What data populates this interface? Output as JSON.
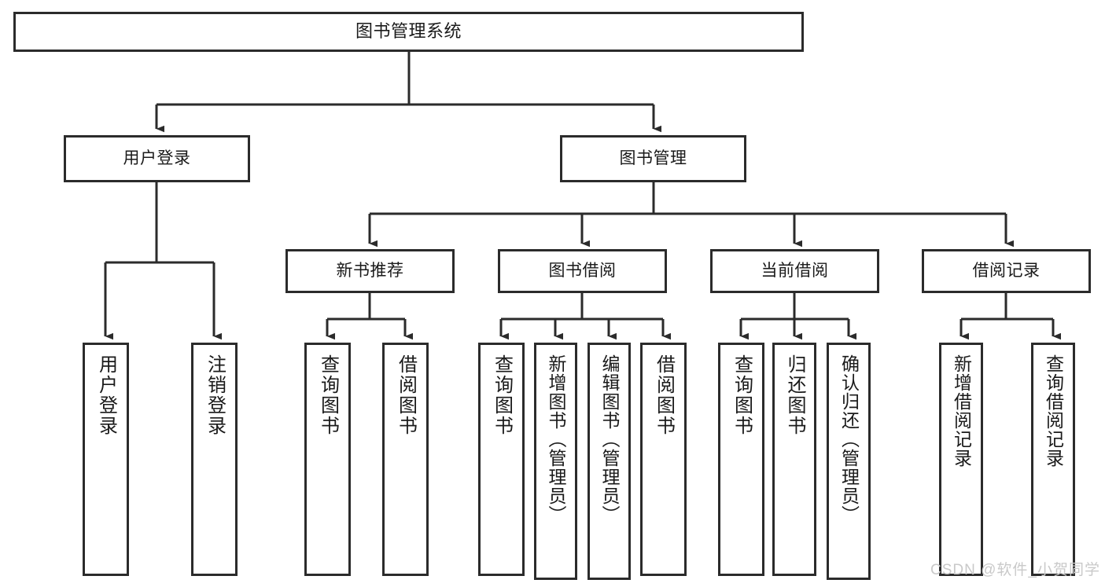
{
  "diagram": {
    "title": "图书管理系统",
    "type": "tree-functional-structure",
    "watermark": "CSDN @软件_小贺同学",
    "colors": {
      "stroke": "#2b2b2b",
      "fill": "#ffffff",
      "text": "#1a1a1a",
      "watermark": "#c9c9c9",
      "background": "#ffffff"
    },
    "levels": {
      "root": "图书管理系统",
      "level2": [
        "用户登录",
        "图书管理"
      ],
      "level3": [
        "新书推荐",
        "图书借阅",
        "当前借阅",
        "借阅记录"
      ]
    },
    "nodes": {
      "root": {
        "label": "图书管理系统"
      },
      "user_login": {
        "label": "用户登录"
      },
      "book_manage": {
        "label": "图书管理"
      },
      "new_book_rec": {
        "label": "新书推荐"
      },
      "book_borrow": {
        "label": "图书借阅"
      },
      "current_borrow": {
        "label": "当前借阅"
      },
      "borrow_record": {
        "label": "借阅记录"
      },
      "leaf_user_login": {
        "label": "用户登录"
      },
      "leaf_user_logout": {
        "label": "注销登录"
      },
      "leaf_rec_query": {
        "label": "查询图书"
      },
      "leaf_rec_borrow": {
        "label": "借阅图书"
      },
      "leaf_bb_query": {
        "label": "查询图书"
      },
      "leaf_bb_add": {
        "label": "新增图书（管理员）"
      },
      "leaf_bb_edit": {
        "label": "编辑图书（管理员）"
      },
      "leaf_bb_borrow": {
        "label": "借阅图书"
      },
      "leaf_cb_query": {
        "label": "查询图书"
      },
      "leaf_cb_return": {
        "label": "归还图书"
      },
      "leaf_cb_confirm": {
        "label": "确认归还（管理员）"
      },
      "leaf_br_add": {
        "label": "新增借阅记录"
      },
      "leaf_br_query": {
        "label": "查询借阅记录"
      }
    },
    "edges": [
      {
        "from": "root",
        "to": "user_login"
      },
      {
        "from": "root",
        "to": "book_manage"
      },
      {
        "from": "user_login",
        "to": "leaf_user_login"
      },
      {
        "from": "user_login",
        "to": "leaf_user_logout"
      },
      {
        "from": "book_manage",
        "to": "new_book_rec"
      },
      {
        "from": "book_manage",
        "to": "book_borrow"
      },
      {
        "from": "book_manage",
        "to": "current_borrow"
      },
      {
        "from": "book_manage",
        "to": "borrow_record"
      },
      {
        "from": "new_book_rec",
        "to": "leaf_rec_query"
      },
      {
        "from": "new_book_rec",
        "to": "leaf_rec_borrow"
      },
      {
        "from": "book_borrow",
        "to": "leaf_bb_query"
      },
      {
        "from": "book_borrow",
        "to": "leaf_bb_add"
      },
      {
        "from": "book_borrow",
        "to": "leaf_bb_edit"
      },
      {
        "from": "book_borrow",
        "to": "leaf_bb_borrow"
      },
      {
        "from": "current_borrow",
        "to": "leaf_cb_query"
      },
      {
        "from": "current_borrow",
        "to": "leaf_cb_return"
      },
      {
        "from": "current_borrow",
        "to": "leaf_cb_confirm"
      },
      {
        "from": "borrow_record",
        "to": "leaf_br_add"
      },
      {
        "from": "borrow_record",
        "to": "leaf_br_query"
      }
    ]
  }
}
